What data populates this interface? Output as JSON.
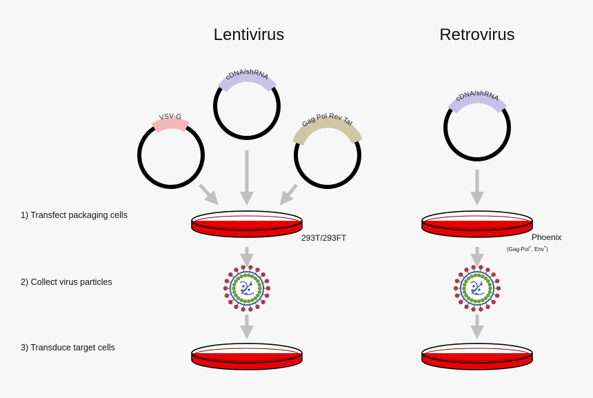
{
  "titles": {
    "left": "Lentivirus",
    "right": "Retrovirus"
  },
  "steps": [
    "1) Transfect packaging cells",
    "2) Collect virus particles",
    "3) Transduce target cells"
  ],
  "plasmids": {
    "vsvg": "VSV-G",
    "cdna_left": "cDNA/shRNA",
    "gag_pol_rev_tat": "Gag  Pol  Rev  Tat",
    "cdna_right": "cDNA/shRNA"
  },
  "cell_labels": {
    "left": "293T/293FT",
    "right_main": "Phoenix",
    "right_sub_a": "(Gag-Pol",
    "right_sup_a": "+",
    "right_sub_b": ", Env",
    "right_sup_b": "+",
    "right_sub_c": ")"
  },
  "colors": {
    "dish_red": "#e60000",
    "dish_dark": "#7a0000",
    "arrow_gray": "#c0c0c0",
    "vsvg_tag": "#f2b8b8",
    "cdna_tag": "#c9c2e6",
    "gag_tag": "#cfc7a6",
    "capsid_green": "#6e9e3c",
    "capsid_blue": "#3a5fa8",
    "spike_red": "#a83a4a"
  }
}
